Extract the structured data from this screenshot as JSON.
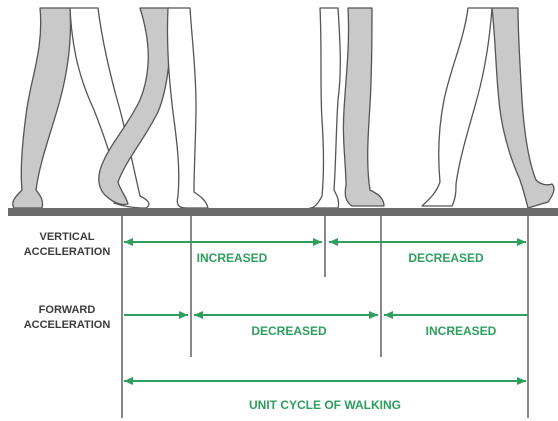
{
  "colors": {
    "arrow": "#2f9e5e",
    "leg_fill": "#c9c9c9",
    "outline": "#555555",
    "ground": "#6b6b6b",
    "label": "#3c3c3c"
  },
  "rows": {
    "vertical": {
      "label_line1": "VERTICAL",
      "label_line2": "ACCELERATION",
      "segments": [
        "INCREASED",
        "DECREASED"
      ]
    },
    "forward": {
      "label_line1": "FORWARD",
      "label_line2": "ACCELERATION",
      "segments": [
        "DECREASED",
        "INCREASED"
      ]
    },
    "cycle": {
      "label": "UNIT CYCLE OF WALKING"
    }
  }
}
